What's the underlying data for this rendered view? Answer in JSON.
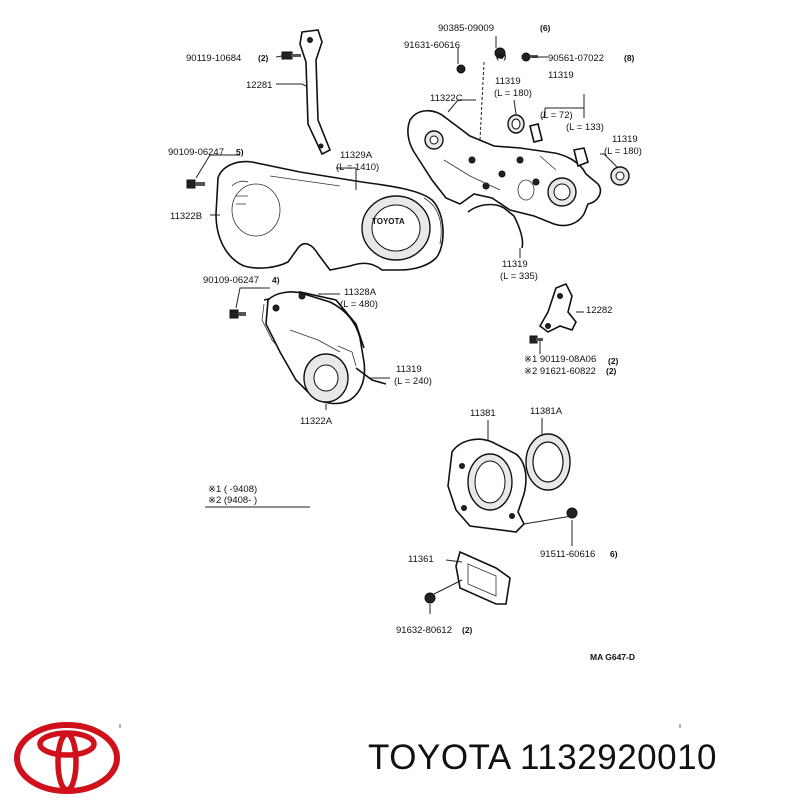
{
  "labels": {
    "p90119_10684": "90119-10684",
    "q90119_10684": "(2)",
    "p12281": "12281",
    "p90109_06247a": "90109-06247",
    "q90109_06247a": "5)",
    "p11322b": "11322B",
    "p11329a": "11329A",
    "l11329a": "(L = 1410)",
    "p90385_09009": "90385-09009",
    "q90385_09009": "(6)",
    "p91631_60616": "91631-60616",
    "q91631_60616": "(6)",
    "p90561_07022": "90561-07022",
    "q90561_07022": "(8)",
    "p11319a": "11319",
    "l11319a": "(L = 180)",
    "p11319b": "11319",
    "l11319b1": "(L = 72)",
    "l11319b2": "(L = 133)",
    "p11322c": "11322C",
    "p11319c": "11319",
    "l11319c": "(L = 180)",
    "p11319d": "11319",
    "l11319d": "(L = 335)",
    "p90109_06247b": "90109-06247",
    "q90109_06247b": "4)",
    "p11328a": "11328A",
    "l11328a": "(L = 480)",
    "p12282": "12282",
    "p90119_08a06": "※1 90119-08A06",
    "q90119_08a06": "(2)",
    "p91621_60822": "※2 91621-60822",
    "q91621_60822": "(2)",
    "p11319e": "11319",
    "l11319e": "(L = 240)",
    "p11322a": "11322A",
    "p11381": "11381",
    "p11381a": "11381A",
    "note1": "※1 (        -9408)",
    "note2": "※2 (9408-         )",
    "p91511_60616": "91511-60616",
    "q91511_60616": "6)",
    "p11361": "11361",
    "p91632_80612": "91632-80612",
    "q91632_80612": "(2)",
    "code": "MA  G647-D"
  },
  "footer": {
    "brand": "TOYOTA 1132920010",
    "logo_icon": "toyota-logo-icon",
    "logo_color": "#d0101a"
  }
}
